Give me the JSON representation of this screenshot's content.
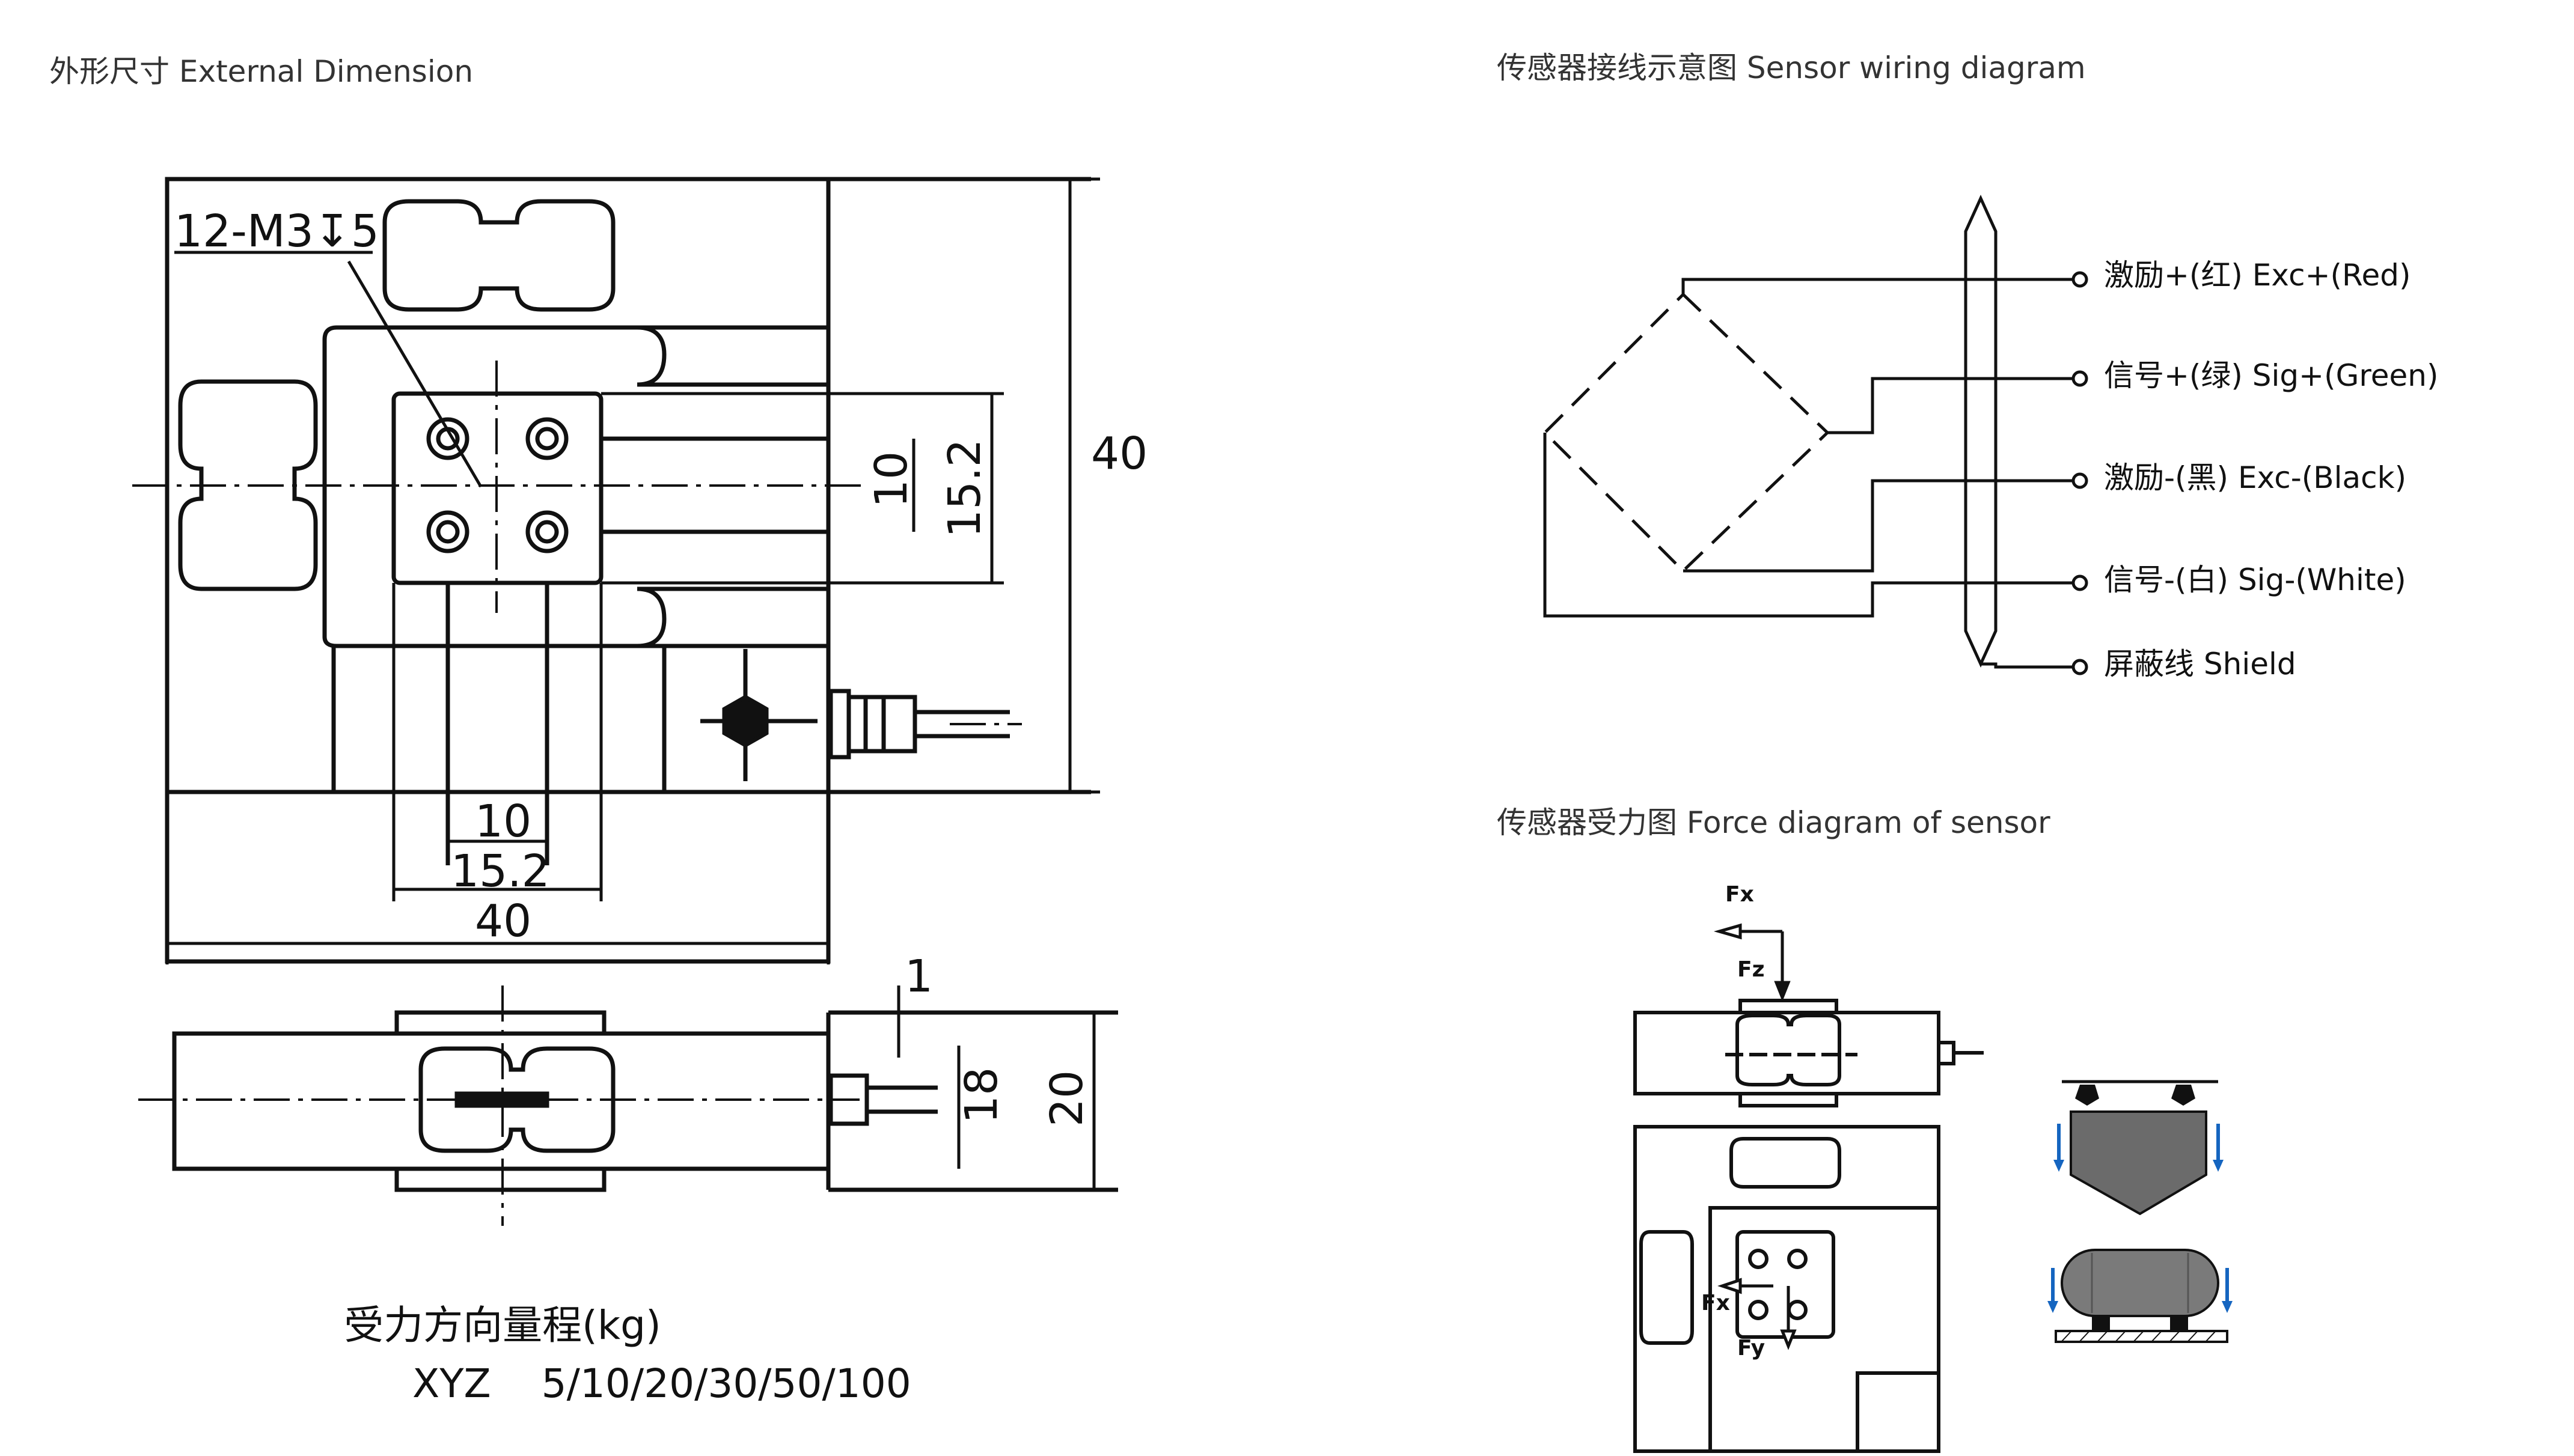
{
  "external_dimension": {
    "title": "外形尺寸 External Dimension",
    "thread_callout": "12-M3↧5",
    "dim_top_inner": "10",
    "dim_top_outer": "15.2",
    "dim_total_width": "40",
    "dim_total_height": "40",
    "dim_vertical_inner": "10",
    "dim_vertical_outer": "15.2",
    "dim_side_gap": "1",
    "dim_side_inner": "18",
    "dim_side_outer": "20"
  },
  "range": {
    "heading": "受力方向量程(kg)",
    "values": "XYZ    5/10/20/30/50/100"
  },
  "wiring": {
    "title": "传感器接线示意图 Sensor wiring diagram",
    "wires": [
      {
        "label": "激励+(红) Exc+(Red)",
        "color": "#d32f2f"
      },
      {
        "label": "信号+(绿) Sig+(Green)",
        "color": "#2e7d32"
      },
      {
        "label": "激励-(黑) Exc-(Black)",
        "color": "#111111"
      },
      {
        "label": "信号-(白) Sig-(White)",
        "color": "#ffffff"
      },
      {
        "label": "屏蔽线 Shield",
        "color": "#888888"
      }
    ]
  },
  "force": {
    "title": "传感器受力图 Force diagram of sensor",
    "fx_top": "Fx",
    "fz": "Fz",
    "fx_side": "Fx",
    "fy": "Fy"
  }
}
